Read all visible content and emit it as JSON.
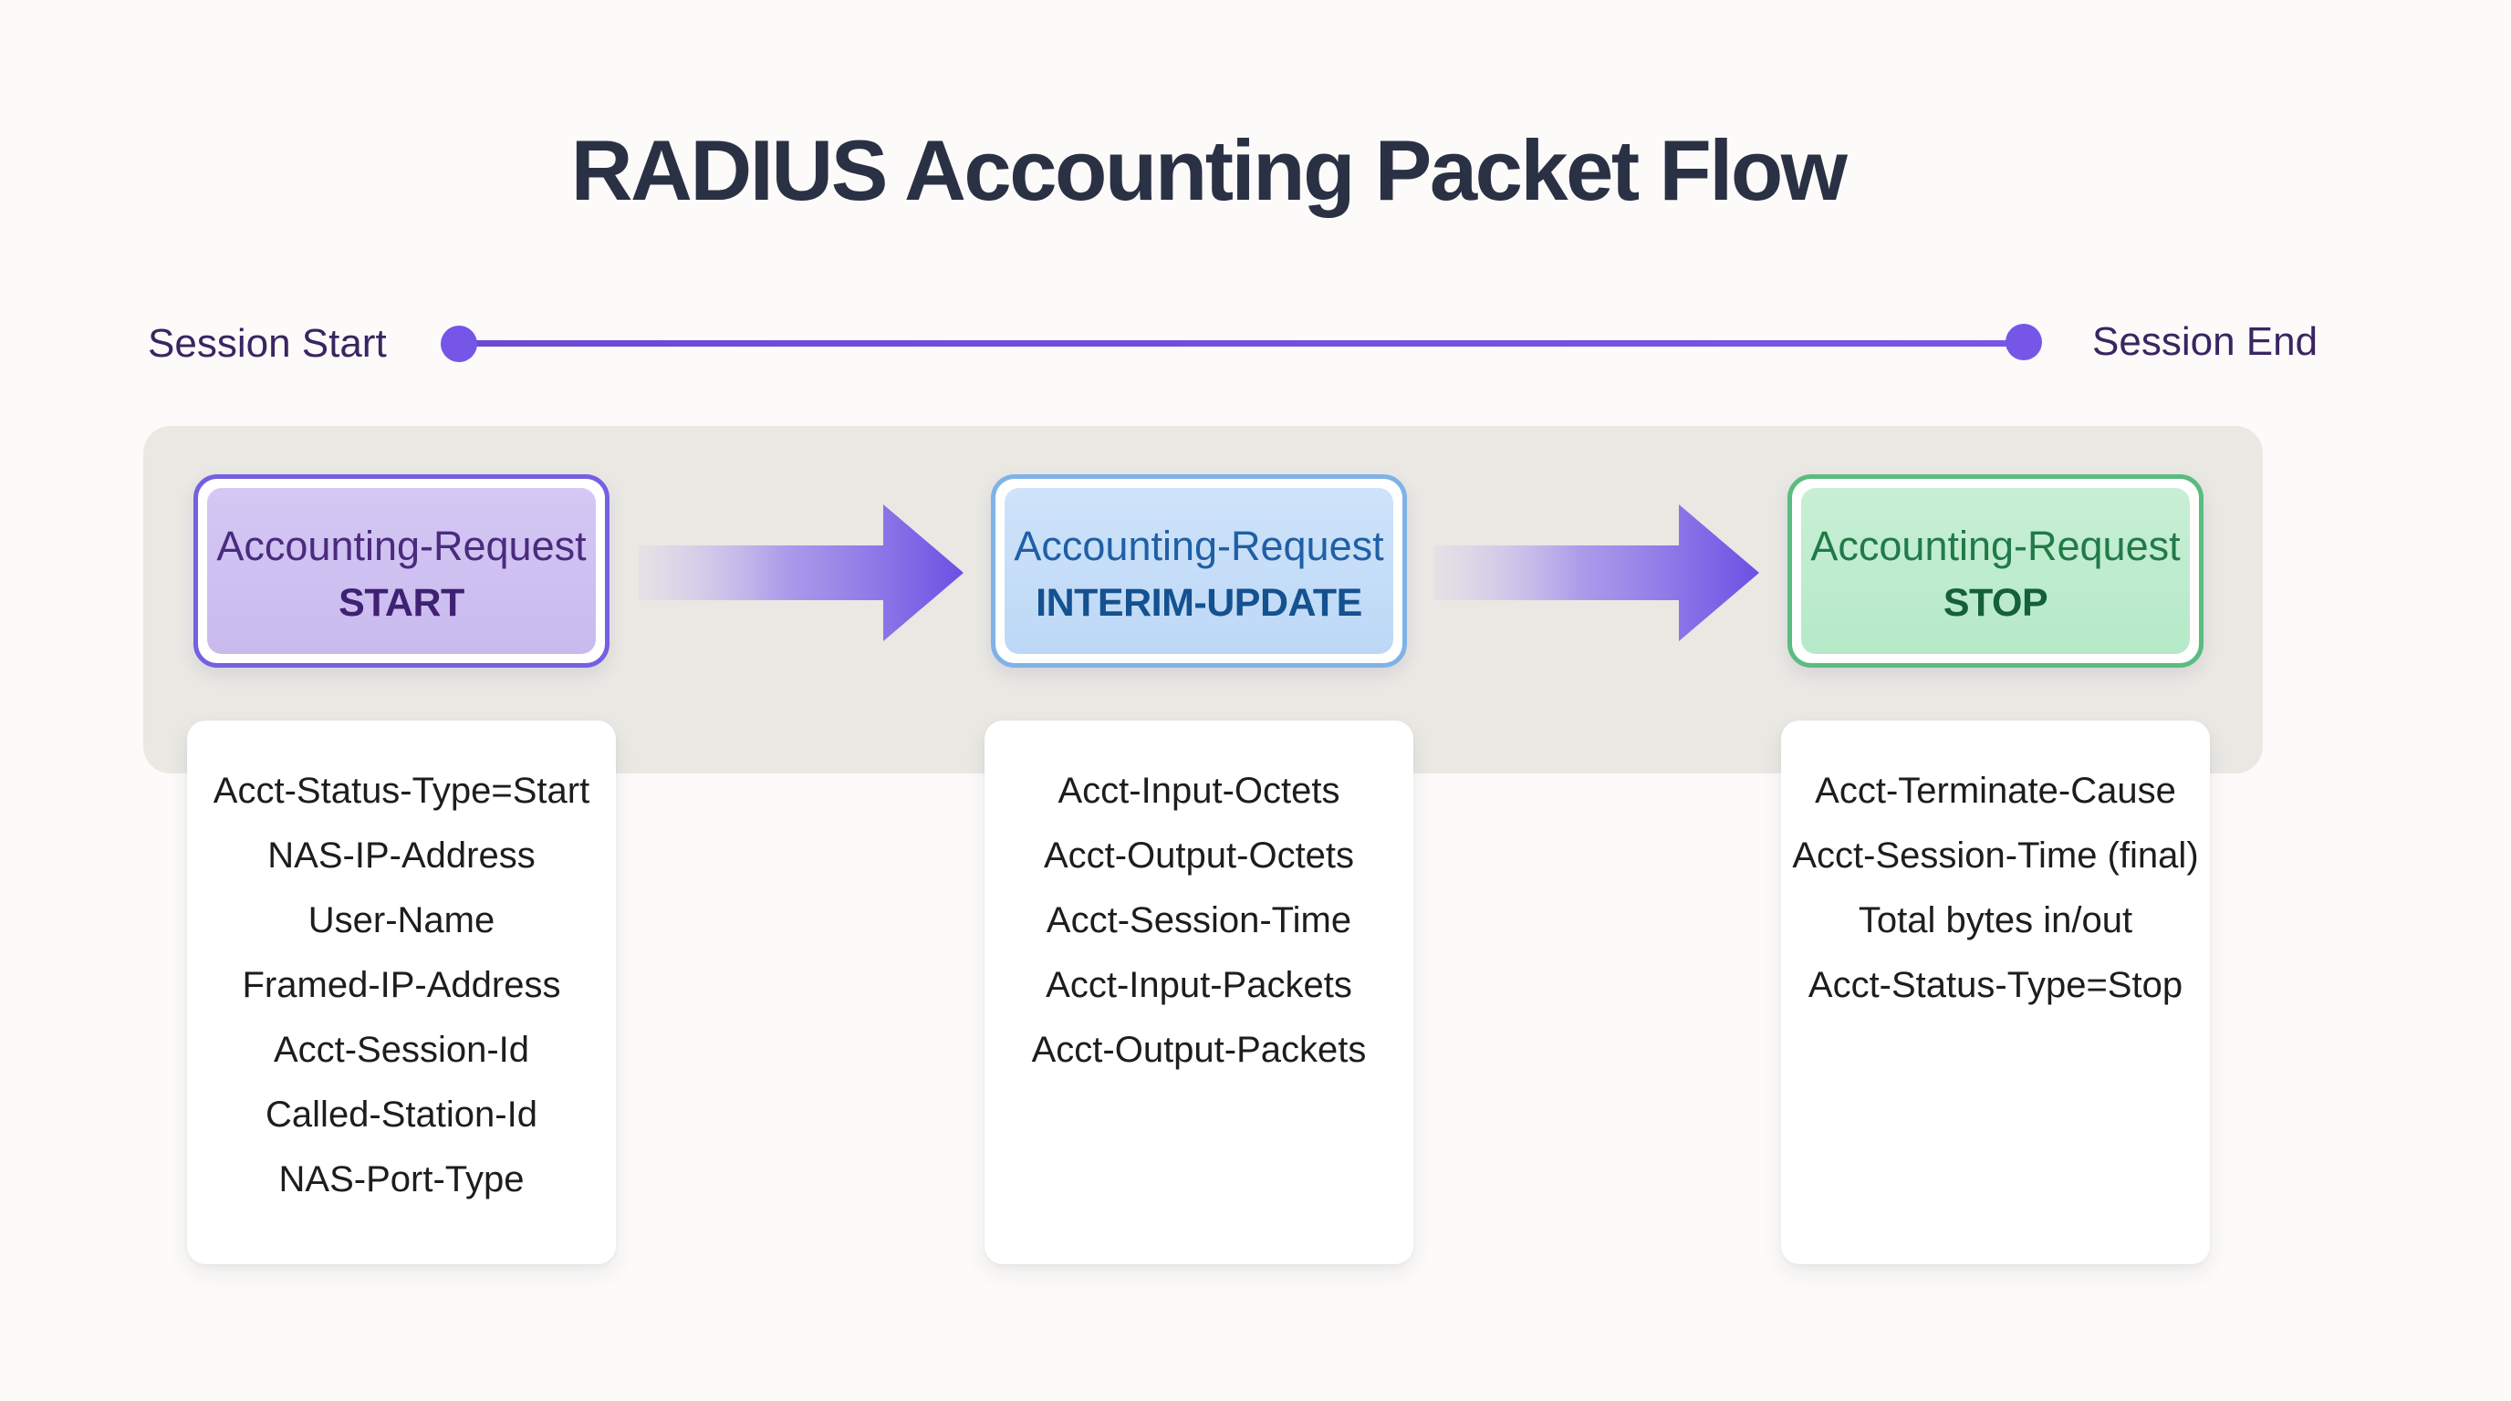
{
  "title": "RADIUS Accounting Packet Flow",
  "timeline": {
    "start_label": "Session Start",
    "end_label": "Session End"
  },
  "columns": [
    {
      "id": "start",
      "request_label": "Accounting-Request",
      "packet_type": "START",
      "attributes": [
        "Acct-Status-Type=Start",
        "NAS-IP-Address",
        "User-Name",
        "Framed-IP-Address",
        "Acct-Session-Id",
        "Called-Station-Id",
        "NAS-Port-Type"
      ]
    },
    {
      "id": "interim",
      "request_label": "Accounting-Request",
      "packet_type": "INTERIM-UPDATE",
      "attributes": [
        "Acct-Input-Octets",
        "Acct-Output-Octets",
        "Acct-Session-Time",
        "Acct-Input-Packets",
        "Acct-Output-Packets"
      ]
    },
    {
      "id": "stop",
      "request_label": "Accounting-Request",
      "packet_type": "STOP",
      "attributes": [
        "Acct-Terminate-Cause",
        "Acct-Session-Time (final)",
        "Total bytes in/out",
        "Acct-Status-Type=Stop"
      ]
    }
  ],
  "icons": {
    "timeline_dot": "filled-circle",
    "flow_arrow": "right-arrow"
  },
  "colors": {
    "page_background": "#fcfbf9",
    "panel_background": "#e9e8e3",
    "title_text": "#2b3144",
    "session_label_text": "#3a2562",
    "timeline_purple": "#7656e6",
    "arrow_purple": "#6d52e4",
    "start_border": "#7460e2",
    "start_fill": "#cec1f1",
    "start_text": "#46277b",
    "interim_border": "#7fb2e8",
    "interim_fill": "#c6def8",
    "interim_text": "#1d5a9e",
    "stop_border": "#5abc80",
    "stop_fill": "#c3edd2",
    "stop_text": "#1e6b41",
    "card_text": "#1d1d1f"
  }
}
